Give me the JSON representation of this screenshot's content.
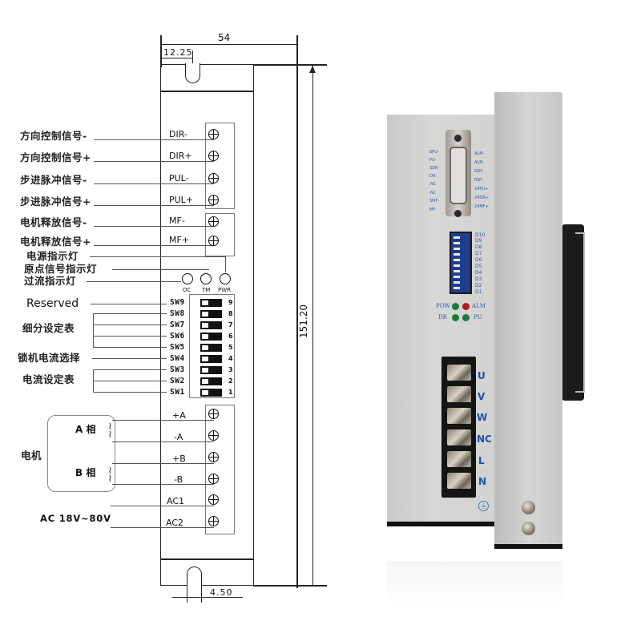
{
  "drawing": {
    "dimensions": {
      "width": "54",
      "slot_offset": "12.25",
      "height": "151.20",
      "slot_width": "4.50"
    },
    "signal_terminals": [
      {
        "desc": "方向控制信号-",
        "pin": "DIR-"
      },
      {
        "desc": "方向控制信号+",
        "pin": "DIR+"
      },
      {
        "desc": "步进脉冲信号-",
        "pin": "PUL-"
      },
      {
        "desc": "步进脉冲信号+",
        "pin": "PUL+"
      },
      {
        "desc": "电机释放信号-",
        "pin": "MF-"
      },
      {
        "desc": "电机释放信号+",
        "pin": "MF+"
      }
    ],
    "indicators": {
      "labels": [
        "电源指示灯",
        "原点信号指示灯",
        "过流指示灯"
      ],
      "leds": [
        "OC",
        "TM",
        "PWR"
      ]
    },
    "dip_switch": {
      "switches": [
        "SW9",
        "SW8",
        "SW7",
        "SW6",
        "SW5",
        "SW4",
        "SW3",
        "SW2",
        "SW1"
      ],
      "numbers": [
        "9",
        "8",
        "7",
        "6",
        "5",
        "4",
        "3",
        "2",
        "1"
      ],
      "groups": [
        {
          "label": "Reserved",
          "covers": "SW9"
        },
        {
          "label": "细分设定表",
          "covers": "SW8-SW5"
        },
        {
          "label": "锁机电流选择",
          "covers": "SW4"
        },
        {
          "label": "电流设定表",
          "covers": "SW3-SW1"
        }
      ]
    },
    "motor": {
      "label": "电机",
      "phase_a": "A 相",
      "phase_b": "B 相"
    },
    "power_terminals": [
      "+A",
      "-A",
      "+B",
      "-B",
      "AC1",
      "AC2"
    ],
    "power_label": "AC 18V~80V"
  },
  "photo": {
    "db15_left_labels": [
      "SPU-",
      "PU-",
      "SDR-",
      "DR-",
      "NC",
      "NC",
      "SMF-",
      "MF-"
    ],
    "db15_right_labels": [
      "ALM-",
      "ALM",
      "RDY-",
      "RDY",
      "24PU+",
      "24DR+",
      "24MF+"
    ],
    "dip_labels": [
      "D10",
      "D9",
      "D8",
      "D7",
      "D6",
      "D5",
      "D4",
      "D3",
      "D2",
      "D1"
    ],
    "leds": [
      {
        "label": "POW",
        "color": "#1e7a3a"
      },
      {
        "label": "ALM",
        "color": "#b01818"
      },
      {
        "label": "DR",
        "color": "#1e7a3a"
      },
      {
        "label": "PU",
        "color": "#1e7a3a"
      }
    ],
    "terminal_labels": [
      "U",
      "V",
      "W",
      "NC",
      "L",
      "N"
    ],
    "ground_symbol": "⏚",
    "label_color": "#1f4fb0"
  }
}
